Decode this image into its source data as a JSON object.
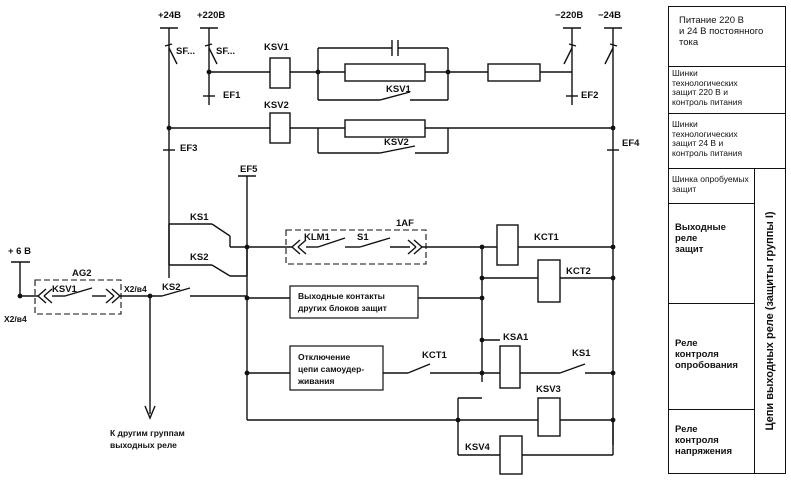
{
  "supply": {
    "plus24": "+24В",
    "plus220": "+220В",
    "minus220": "−220В",
    "minus24": "−24В",
    "plus6": "+ 6 В"
  },
  "labels": {
    "sf1": "SF...",
    "sf2": "SF...",
    "ef1": "EF1",
    "ef2": "EF2",
    "ef3": "EF3",
    "ef4": "EF4",
    "ef5": "EF5",
    "ksv1_coil": "KSV1",
    "ksv1_contact": "KSV1",
    "ksv2_coil": "KSV2",
    "ksv2_contact": "KSV2",
    "ks1": "KS1",
    "ks2": "KS2",
    "klm1": "KLM1",
    "s1": "S1",
    "af1": "1AF",
    "kct1": "KCT1",
    "kct2": "KCT2",
    "ksa1": "KSA1",
    "ks1_right": "KS1",
    "kct1_contact": "KCT1",
    "ksv3": "KSV3",
    "ksv4": "KSV4",
    "ag2": "AG2",
    "ksv1_left": "KSV1",
    "x2_a4_left": "X2/в4",
    "x2_a4_right": "X2/в4",
    "ks2_left": "KS2",
    "out_contacts_1": "Выходные контакты",
    "out_contacts_2": "других блоков защит",
    "disable_1": "Отключение",
    "disable_2": "цепи самоудер-",
    "disable_3": "живания",
    "to_groups_1": "К другим группам",
    "to_groups_2": "выходных реле"
  },
  "legend": {
    "power_1": "Питание  220 В",
    "power_2": "и  24 В  постоянного",
    "power_3": "тока",
    "bus220_1": "Шинки",
    "bus220_2": "технологических",
    "bus220_3": "защит  220 В  и",
    "bus220_4": "контроль питания",
    "bus24_1": "Шинки",
    "bus24_2": "технологических",
    "bus24_3": "защит  24 В  и",
    "bus24_4": "контроль питания",
    "test_1": "Шинка  опробуемых",
    "test_2": "защит",
    "out_relay_1": "Выходные",
    "out_relay_2": "реле",
    "out_relay_3": "защит",
    "test_relay_1": "Реле",
    "test_relay_2": "контроля",
    "test_relay_3": "опробования",
    "volt_relay_1": "Реле",
    "volt_relay_2": "контроля",
    "volt_relay_3": "напряжения",
    "vertical": "Цепи выходных реле (защиты группы I)"
  }
}
